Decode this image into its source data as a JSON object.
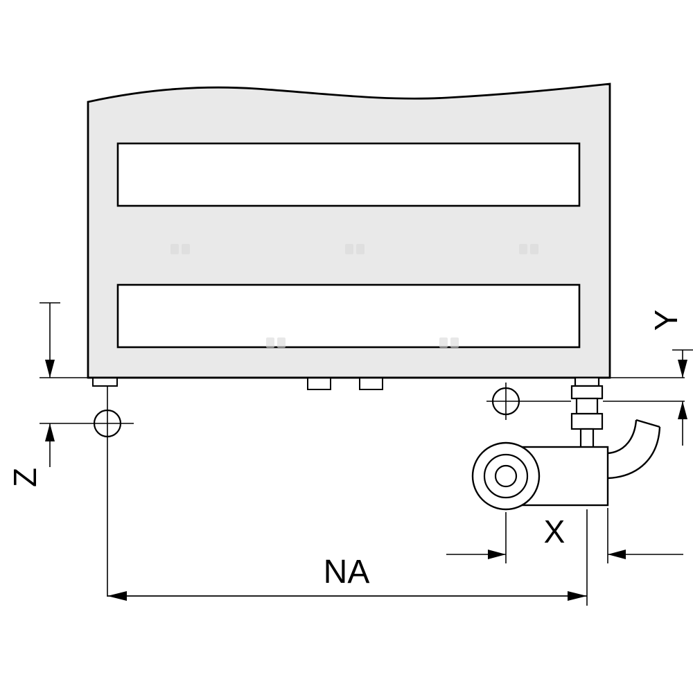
{
  "labels": {
    "na": "NA",
    "x": "X",
    "y": "Y",
    "z": "Z"
  },
  "colors": {
    "outline": "#000000",
    "body_fill": "#e9e9e9",
    "slot_fill": "#ffffff",
    "watermark": "#d9d9d9"
  }
}
